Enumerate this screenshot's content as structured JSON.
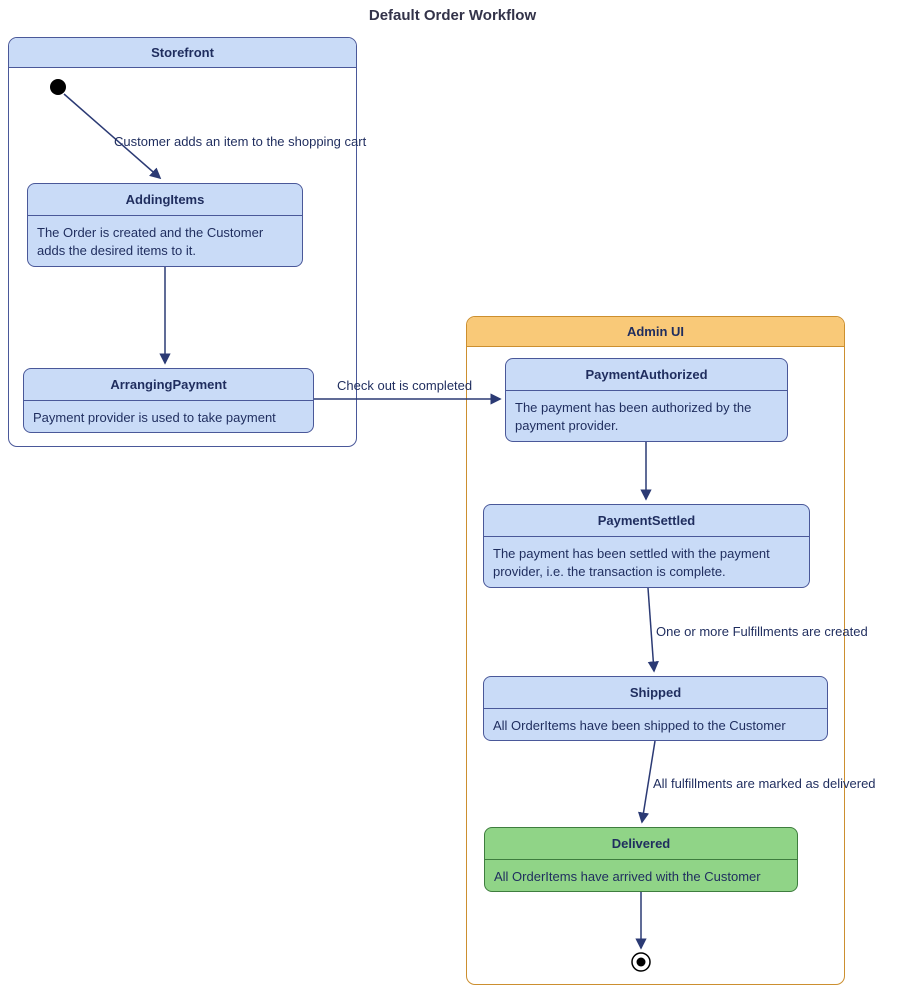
{
  "title": "Default Order Workflow",
  "containers": {
    "storefront": {
      "label": "Storefront"
    },
    "adminui": {
      "label": "Admin UI"
    }
  },
  "states": {
    "addingItems": {
      "title": "AddingItems",
      "desc": "The Order is created and the Customer adds the desired items to it."
    },
    "arrangingPayment": {
      "title": "ArrangingPayment",
      "desc": "Payment provider is used to take payment"
    },
    "paymentAuthorized": {
      "title": "PaymentAuthorized",
      "desc": "The payment has been authorized by the payment provider."
    },
    "paymentSettled": {
      "title": "PaymentSettled",
      "desc": "The payment has been settled with the payment provider, i.e. the transaction is complete."
    },
    "shipped": {
      "title": "Shipped",
      "desc": "All OrderItems have been shipped to the Customer"
    },
    "delivered": {
      "title": "Delivered",
      "desc": "All OrderItems have arrived with the Customer"
    }
  },
  "transitions": {
    "start_to_addingItems": "Customer adds an item to the shopping cart",
    "arrangingPayment_to_paymentAuthorized": "Check out is completed",
    "paymentSettled_to_shipped": "One or more Fulfillments are created",
    "shipped_to_delivered": "All fulfillments are marked as delivered"
  },
  "colors": {
    "state_fill": "#c9dbf7",
    "state_border": "#4a5899",
    "storefront_header": "#c9dbf7",
    "adminui_header": "#f9c978",
    "adminui_border": "#cc8f2f",
    "delivered_fill": "#90d487",
    "delivered_border": "#3e7d3e",
    "arrow": "#2b3a74",
    "text": "#1f2d5e"
  }
}
